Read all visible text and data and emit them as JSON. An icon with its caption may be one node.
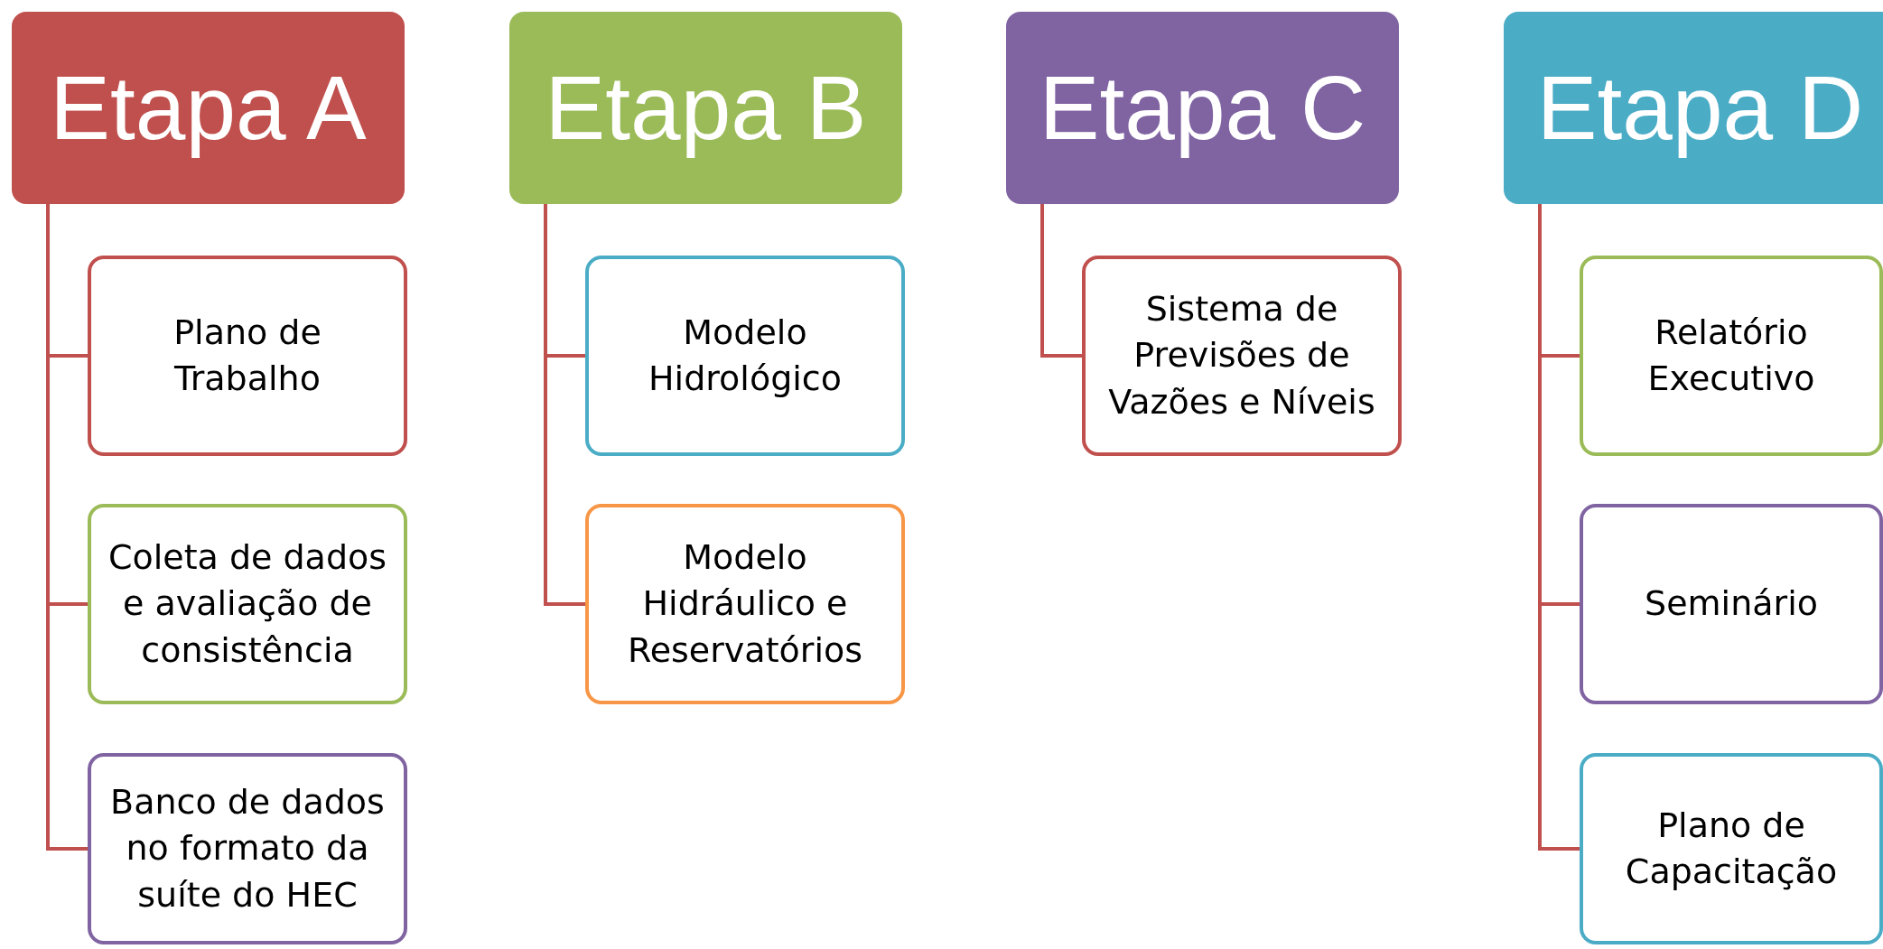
{
  "diagram": {
    "nodes": [
      {
        "text": [
          "Etapa A"
        ]
      },
      {
        "text": [
          "Plano de Trabalho"
        ]
      },
      {
        "text": [
          "Coleta de dados  e  avaliação de consistência"
        ]
      },
      {
        "text": [
          "Banco de dados no formato da suíte do HEC"
        ]
      },
      {
        "text": [
          "Etapa B"
        ]
      },
      {
        "text": [
          "Modelo Hidrológico"
        ]
      },
      {
        "text": [
          "Modelo Hidráulico e Reservatórios"
        ]
      },
      {
        "text": [
          "Etapa C"
        ]
      },
      {
        "text": [
          "Sistema de Previsões de Vazões e Níveis"
        ]
      },
      {
        "text": [
          "Etapa D"
        ]
      },
      {
        "text": [
          "Relatório Executivo"
        ]
      },
      {
        "text": [
          "Seminário"
        ]
      },
      {
        "text": [
          "Plano de Capacitação"
        ]
      }
    ],
    "edges": [
      {
        "from": 0,
        "to": 1,
        "arrow": "none"
      },
      {
        "from": 0,
        "to": 2,
        "arrow": "none"
      },
      {
        "from": 0,
        "to": 3,
        "arrow": "none"
      },
      {
        "from": 4,
        "to": 5,
        "arrow": "none"
      },
      {
        "from": 4,
        "to": 6,
        "arrow": "none"
      },
      {
        "from": 7,
        "to": 8,
        "arrow": "none"
      },
      {
        "from": 9,
        "to": 10,
        "arrow": "none"
      },
      {
        "from": 9,
        "to": 11,
        "arrow": "none"
      },
      {
        "from": 9,
        "to": 12,
        "arrow": "none"
      }
    ]
  }
}
